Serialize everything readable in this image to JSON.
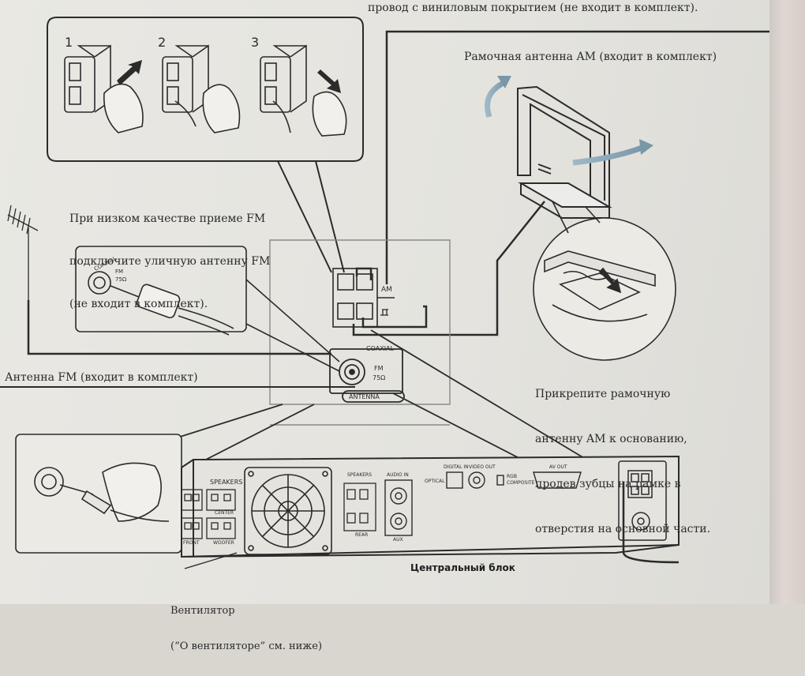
{
  "top_note": "провод с виниловым покрытием (не входит в комплект).",
  "am_loop_label": "Рамочная антенна AM (входит в комплект)",
  "steps": [
    "1",
    "2",
    "3"
  ],
  "fm_outdoor_note": [
    "При низком качестве приеме FM",
    "подключите уличную антенну FM",
    "(не входит в комплект)."
  ],
  "fm_antenna_label": "Антенна FM (входит в комплект)",
  "attach_note": [
    "Прикрепите рамочную",
    "антенну AM к основанию,",
    "продев зубцы на рамке в",
    "отверстия на основной части."
  ],
  "central_unit_label": "Центральный блок",
  "fan_label": [
    "Вентилятор",
    "(“О вентиляторе” см. ниже)"
  ],
  "terminal": {
    "am": "AM",
    "coaxial": "COAXIAL",
    "fm": "FM",
    "ohm": "75Ω",
    "antenna": "ANTENNA"
  },
  "inset_coaxial": "COAXIAL",
  "inset_fm": "FM",
  "inset_ohm": "75Ω",
  "rear_panel": {
    "speakers": "SPEAKERS",
    "center": "CENTER",
    "front": "FRONT",
    "woofer": "WOOFER",
    "speakers2": "SPEAKERS",
    "rear": "REAR",
    "audio_in": "AUDIO IN",
    "aux": "AUX",
    "digital_in": "DIGITAL IN",
    "optical": "OPTICAL",
    "video_out": "VIDEO OUT",
    "av_out": "AV OUT",
    "rgb": "RGB",
    "composite": "COMPOSITE"
  },
  "colors": {
    "ink": "#2b2b2b",
    "paper": "#e6e5e0"
  }
}
